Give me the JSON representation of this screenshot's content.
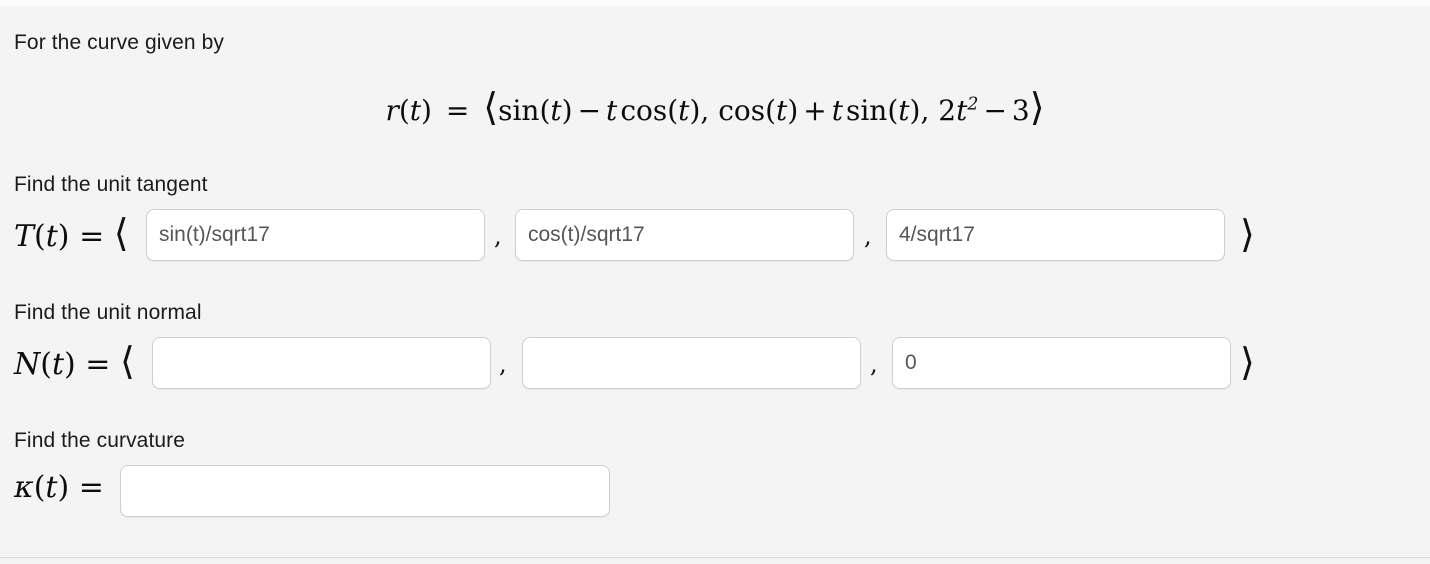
{
  "page": {
    "background_color": "#f4f4f4",
    "input_border_color": "#cfcfcf",
    "text_color": "#1b1b1b"
  },
  "intro": {
    "text": "For the curve given by"
  },
  "curve_formula": {
    "lhs": "r(t)",
    "equals": "=",
    "open_bracket": "⟨",
    "component_x": "sin(t) − t cos(t)",
    "component_y": "cos(t) + t sin(t)",
    "component_z": "2t² − 3",
    "close_bracket": "⟩",
    "plain": "r(t) = ⟨sin(t) − t cos(t), cos(t) + t sin(t), 2t² − 3⟩"
  },
  "sections": [
    {
      "id": "unit-tangent",
      "label": "Find the unit tangent",
      "lhs": "T(t) =",
      "open_bracket": "⟨",
      "close_bracket": "⟩",
      "separator": ",",
      "inputs": [
        {
          "name": "tangent-x",
          "value": "sin(t)/sqrt17",
          "placeholder": ""
        },
        {
          "name": "tangent-y",
          "value": "cos(t)/sqrt17",
          "placeholder": ""
        },
        {
          "name": "tangent-z",
          "value": "4/sqrt17",
          "placeholder": ""
        }
      ]
    },
    {
      "id": "unit-normal",
      "label": "Find the unit normal",
      "lhs": "N(t) =",
      "open_bracket": "⟨",
      "close_bracket": "⟩",
      "separator": ",",
      "inputs": [
        {
          "name": "normal-x",
          "value": "",
          "placeholder": ""
        },
        {
          "name": "normal-y",
          "value": "",
          "placeholder": ""
        },
        {
          "name": "normal-z",
          "value": "0",
          "placeholder": ""
        }
      ]
    },
    {
      "id": "curvature",
      "label": "Find the curvature",
      "lhs": "κ(t) =",
      "inputs": [
        {
          "name": "curvature",
          "value": "",
          "placeholder": ""
        }
      ]
    }
  ]
}
